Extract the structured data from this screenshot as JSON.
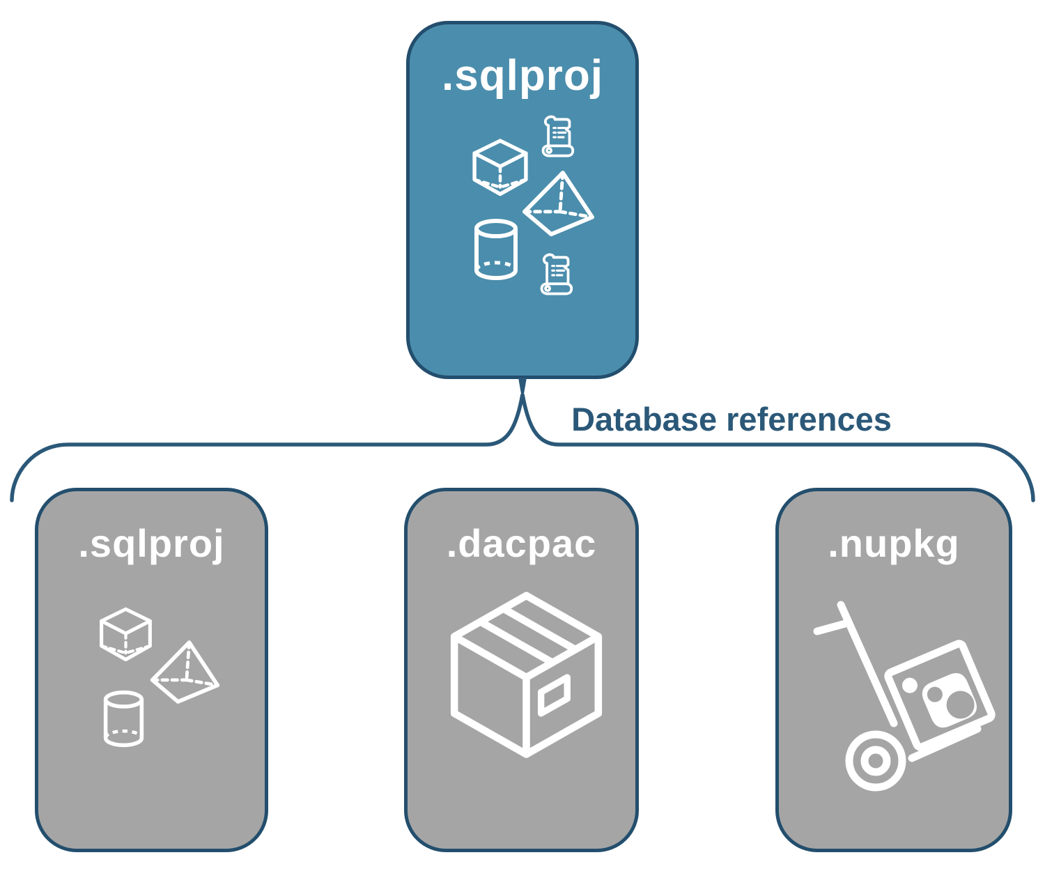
{
  "root": {
    "label": ".sqlproj"
  },
  "connector_label": "Database references",
  "children": [
    {
      "label": ".sqlproj"
    },
    {
      "label": ".dacpac"
    },
    {
      "label": ".nupkg"
    }
  ],
  "icons": {
    "root": [
      "scroll-icon",
      "cube-icon",
      "pyramid-icon",
      "cylinder-icon",
      "scroll-icon"
    ],
    "sqlproj_child": [
      "cube-icon",
      "pyramid-icon",
      "cylinder-icon"
    ],
    "dacpac_child": [
      "package-box-icon"
    ],
    "nupkg_child": [
      "hand-truck-icon"
    ]
  },
  "colors": {
    "root_fill": "#4b8dac",
    "child_fill": "#a5a5a5",
    "node_border": "#234e6d",
    "connector_stroke": "#2b5878",
    "label_text": "#ffffff",
    "connector_label_text": "#2b5878",
    "background": "#ffffff"
  }
}
